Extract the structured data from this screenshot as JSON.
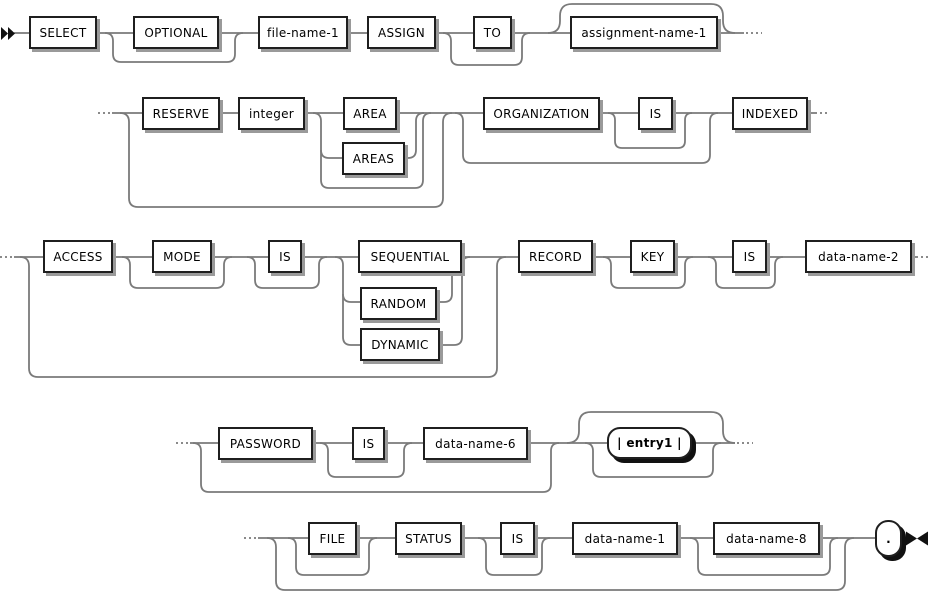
{
  "diagram_kind": "railroad-syntax-diagram",
  "colors": {
    "background": "#ffffff",
    "line": "#7a7a7a",
    "box_border": "#1f1f1f",
    "box_shadow": "#9a9a9a",
    "special_shadow": "#111111",
    "text": "#000000",
    "terminal_symbol": "#111111"
  },
  "nodes": {
    "select": "SELECT",
    "optional": "OPTIONAL",
    "file_name_1": "file-name-1",
    "assign": "ASSIGN",
    "to": "TO",
    "assignment_name_1": "assignment-name-1",
    "reserve": "RESERVE",
    "integer": "integer",
    "area": "AREA",
    "areas": "AREAS",
    "organization": "ORGANIZATION",
    "is_1": "IS",
    "indexed": "INDEXED",
    "access": "ACCESS",
    "mode": "MODE",
    "is_2": "IS",
    "sequential": "SEQUENTIAL",
    "random": "RANDOM",
    "dynamic": "DYNAMIC",
    "record": "RECORD",
    "key": "KEY",
    "is_3": "IS",
    "data_name_2": "data-name-2",
    "password": "PASSWORD",
    "is_4": "IS",
    "data_name_6": "data-name-6",
    "entry1": "| entry1 |",
    "file": "FILE",
    "status": "STATUS",
    "is_5": "IS",
    "data_name_1": "data-name-1",
    "data_name_8": "data-name-8",
    "period": "."
  }
}
